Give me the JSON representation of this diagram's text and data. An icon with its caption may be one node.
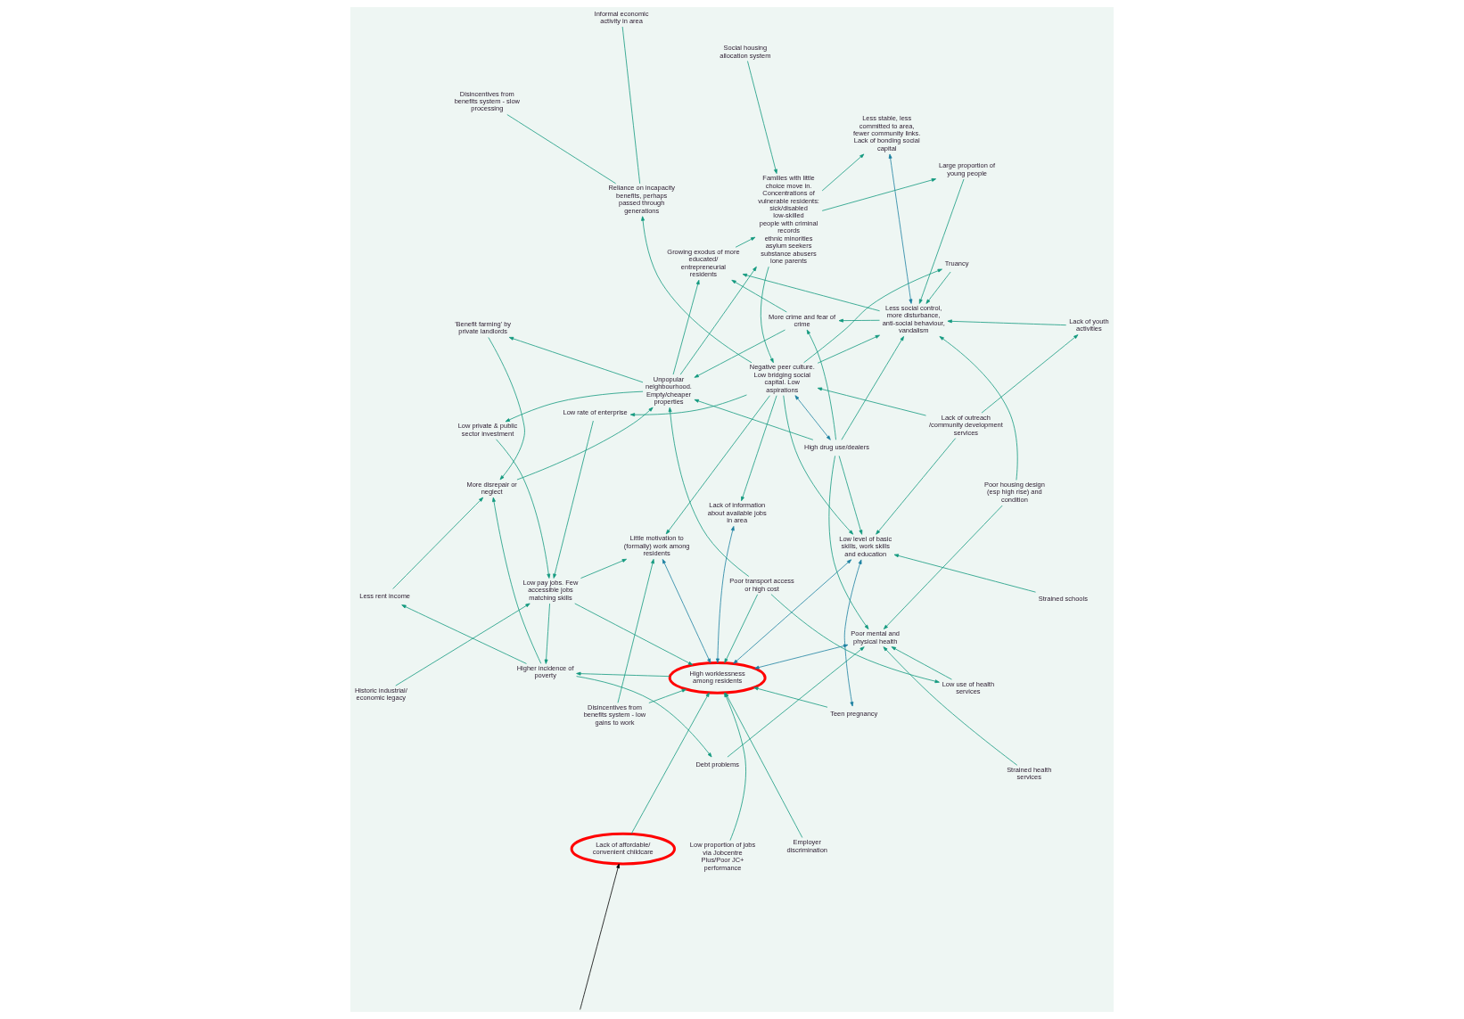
{
  "diagram": {
    "nodes": [
      {
        "text": [
          "Higher incidence of poverty"
        ]
      },
      {
        "text": [
          "Strained health services"
        ]
      },
      {
        "text": [
          "High worklessness among residents"
        ]
      },
      {
        "text": [
          "Low pay jobs. Few accessible jobs matching skills"
        ]
      },
      {
        "text": [
          "Low private & public sector investment"
        ]
      },
      {
        "text": [
          "Historic industrial/ economic legacy"
        ]
      },
      {
        "text": [
          "Less rent income"
        ]
      },
      {
        "text": [
          "Debt problems"
        ]
      },
      {
        "text": [
          "Poor mental and physical health"
        ]
      },
      {
        "text": [
          "Low rate of enterprise"
        ]
      },
      {
        "text": [
          "Employer discrimination"
        ]
      },
      {
        "text": [
          "More disrepair or neglect"
        ]
      },
      {
        "text": [
          "Strained schools"
        ]
      },
      {
        "text": [
          "Low level of basic skills, work skills and education"
        ]
      },
      {
        "text": [
          "Poor housing design (esp high rise) and condition"
        ]
      },
      {
        "text": [
          "More crime and fear of crime"
        ]
      },
      {
        "text": [
          "Little motivation to (formally) work among residents"
        ]
      },
      {
        "text": [
          "Low proportion of jobs via Jobcentre Plus/Poor JC+ performance"
        ]
      },
      {
        "text": [
          "'Benefit farming' by private landlords"
        ]
      },
      {
        "text": [
          "Teen pregnancy"
        ]
      },
      {
        "text": [
          "Lack of outreach /community development services"
        ]
      },
      {
        "text": [
          "Lack of information about available jobs in area"
        ]
      },
      {
        "text": [
          "Unpopular neighbourhood. Empty/cheaper properties"
        ]
      },
      {
        "text": [
          "High drug use/dealers"
        ]
      },
      {
        "text": [
          "Lack of affordable/ convenient childcare"
        ]
      },
      {
        "text": [
          "Less social control, more disturbance, anti-social behaviour, vandalism"
        ]
      },
      {
        "text": [
          "Lack of youth activities"
        ]
      },
      {
        "text": [
          "Negative peer culture. Low bridging social capital. Low aspirations"
        ]
      },
      {
        "text": [
          "Poor transport access or high cost"
        ]
      },
      {
        "text": [
          "Disincentives from benefits system - low gains to work"
        ]
      },
      {
        "text": [
          "Truancy"
        ]
      },
      {
        "text": [
          "Families with little choice move in. Concentrations of vulnerable residents:",
          "sick/disabled",
          "low-skilled",
          "people with criminal records",
          "ethnic minorities",
          "asylum seekers",
          "substance abusers",
          "lone parents"
        ]
      },
      {
        "text": [
          "Disincentives from benefits system - slow processing"
        ]
      },
      {
        "text": [
          "Growing exodus of more educated/ entrepreneurial residents"
        ]
      },
      {
        "text": [
          "Large proportion of young people"
        ]
      },
      {
        "text": [
          "Low use of health services"
        ]
      },
      {
        "text": [
          "Less stable, less committed to area, fewer community links. Lack of bonding social capital"
        ]
      },
      {
        "text": [
          "Informal economic activity in area"
        ]
      },
      {
        "text": [
          "Reliance on incapacity benefits, perhaps passed through generations"
        ]
      },
      {
        "text": [
          "Social housing allocation system"
        ]
      }
    ],
    "edges": [
      {
        "from": 0,
        "to": 6,
        "arrow": "to"
      },
      {
        "from": 0,
        "to": 11,
        "arrow": "to"
      },
      {
        "from": 0,
        "to": 7,
        "arrow": "to"
      },
      {
        "from": 2,
        "to": 0,
        "arrow": "to"
      },
      {
        "from": 3,
        "to": 0,
        "arrow": "to"
      },
      {
        "from": 35,
        "to": 8,
        "arrow": "to"
      },
      {
        "from": 1,
        "to": 8,
        "arrow": "to"
      },
      {
        "from": 7,
        "to": 8,
        "arrow": "to"
      },
      {
        "from": 2,
        "to": 8,
        "arrow": "both",
        "color": "#1a7fa0"
      },
      {
        "from": 14,
        "to": 8,
        "arrow": "to"
      },
      {
        "from": 23,
        "to": 8,
        "arrow": "to"
      },
      {
        "from": 12,
        "to": 13,
        "arrow": "to"
      },
      {
        "from": 2,
        "to": 13,
        "arrow": "both",
        "color": "#1a7fa0"
      },
      {
        "from": 13,
        "to": 19,
        "arrow": "both",
        "color": "#1a7fa0"
      },
      {
        "from": 19,
        "to": 2,
        "arrow": "to"
      },
      {
        "from": 23,
        "to": 13,
        "arrow": "to"
      },
      {
        "from": 20,
        "to": 13,
        "arrow": "to"
      },
      {
        "from": 20,
        "to": 26,
        "arrow": "to"
      },
      {
        "from": 20,
        "to": 27,
        "arrow": "to"
      },
      {
        "from": 27,
        "to": 13,
        "arrow": "to"
      },
      {
        "from": 27,
        "to": 16,
        "arrow": "to"
      },
      {
        "from": 27,
        "to": 9,
        "arrow": "to"
      },
      {
        "from": 27,
        "to": 25,
        "arrow": "to"
      },
      {
        "from": 27,
        "to": 30,
        "arrow": "to"
      },
      {
        "from": 27,
        "to": 21,
        "arrow": "to"
      },
      {
        "from": 27,
        "to": 38,
        "arrow": "to"
      },
      {
        "from": 4,
        "to": 3,
        "arrow": "to"
      },
      {
        "from": 5,
        "to": 3,
        "arrow": "to"
      },
      {
        "from": 9,
        "to": 3,
        "arrow": "to"
      },
      {
        "from": 3,
        "to": 16,
        "arrow": "to"
      },
      {
        "from": 2,
        "to": 16,
        "arrow": "both",
        "color": "#1a7fa0"
      },
      {
        "from": 2,
        "to": 21,
        "arrow": "both",
        "color": "#1a7fa0"
      },
      {
        "from": 23,
        "to": 27,
        "arrow": "both",
        "color": "#1a7fa0"
      },
      {
        "from": 25,
        "to": 36,
        "arrow": "both",
        "color": "#1a7fa0"
      },
      {
        "from": 3,
        "to": 2,
        "arrow": "to"
      },
      {
        "from": 10,
        "to": 2,
        "arrow": "to"
      },
      {
        "from": 17,
        "to": 2,
        "arrow": "to"
      },
      {
        "from": 24,
        "to": 2,
        "arrow": "to"
      },
      {
        "from": 28,
        "to": 2,
        "arrow": "to"
      },
      {
        "from": 29,
        "to": 2,
        "arrow": "to"
      },
      {
        "from": 29,
        "to": 16,
        "arrow": "to"
      },
      {
        "from": 39,
        "to": 31,
        "arrow": "to"
      },
      {
        "from": 31,
        "to": 27,
        "arrow": "to"
      },
      {
        "from": 31,
        "to": 34,
        "arrow": "to"
      },
      {
        "from": 31,
        "to": 36,
        "arrow": "to"
      },
      {
        "from": 34,
        "to": 25,
        "arrow": "to"
      },
      {
        "from": 30,
        "to": 25,
        "arrow": "to"
      },
      {
        "from": 26,
        "to": 25,
        "arrow": "to"
      },
      {
        "from": 25,
        "to": 15,
        "arrow": "to"
      },
      {
        "from": 25,
        "to": 33,
        "arrow": "to"
      },
      {
        "from": 15,
        "to": 22,
        "arrow": "to"
      },
      {
        "from": 15,
        "to": 33,
        "arrow": "to"
      },
      {
        "from": 11,
        "to": 22,
        "arrow": "to"
      },
      {
        "from": 6,
        "to": 11,
        "arrow": "to"
      },
      {
        "from": 18,
        "to": 11,
        "arrow": "to"
      },
      {
        "from": 22,
        "to": 18,
        "arrow": "to"
      },
      {
        "from": 22,
        "to": 33,
        "arrow": "to"
      },
      {
        "from": 22,
        "to": 31,
        "arrow": "to"
      },
      {
        "from": 22,
        "to": 4,
        "arrow": "to"
      },
      {
        "from": 33,
        "to": 31,
        "arrow": "to"
      },
      {
        "from": 23,
        "to": 22,
        "arrow": "to"
      },
      {
        "from": 23,
        "to": 15,
        "arrow": "to"
      },
      {
        "from": 23,
        "to": 25,
        "arrow": "to"
      },
      {
        "from": 14,
        "to": 25,
        "arrow": "to"
      },
      {
        "from": 28,
        "to": 35,
        "arrow": "to"
      },
      {
        "from": 28,
        "to": 22,
        "arrow": "to"
      },
      {
        "from": 32,
        "to": 38,
        "arrow": "none"
      },
      {
        "from": 37,
        "to": 38,
        "arrow": "none"
      },
      {
        "from": null,
        "to": 24,
        "arrow": "to",
        "color": "#000000"
      }
    ]
  }
}
